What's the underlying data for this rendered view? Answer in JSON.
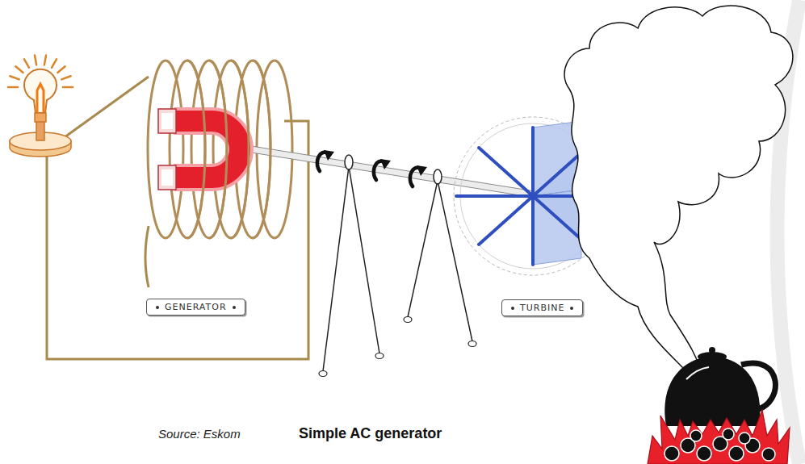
{
  "diagram": {
    "caption": "Simple AC generator",
    "nodes": [
      {
        "text": [
          "GENERATOR"
        ]
      },
      {
        "text": [
          "TURBINE"
        ]
      }
    ],
    "labels": [
      "Source: Eskom"
    ]
  }
}
